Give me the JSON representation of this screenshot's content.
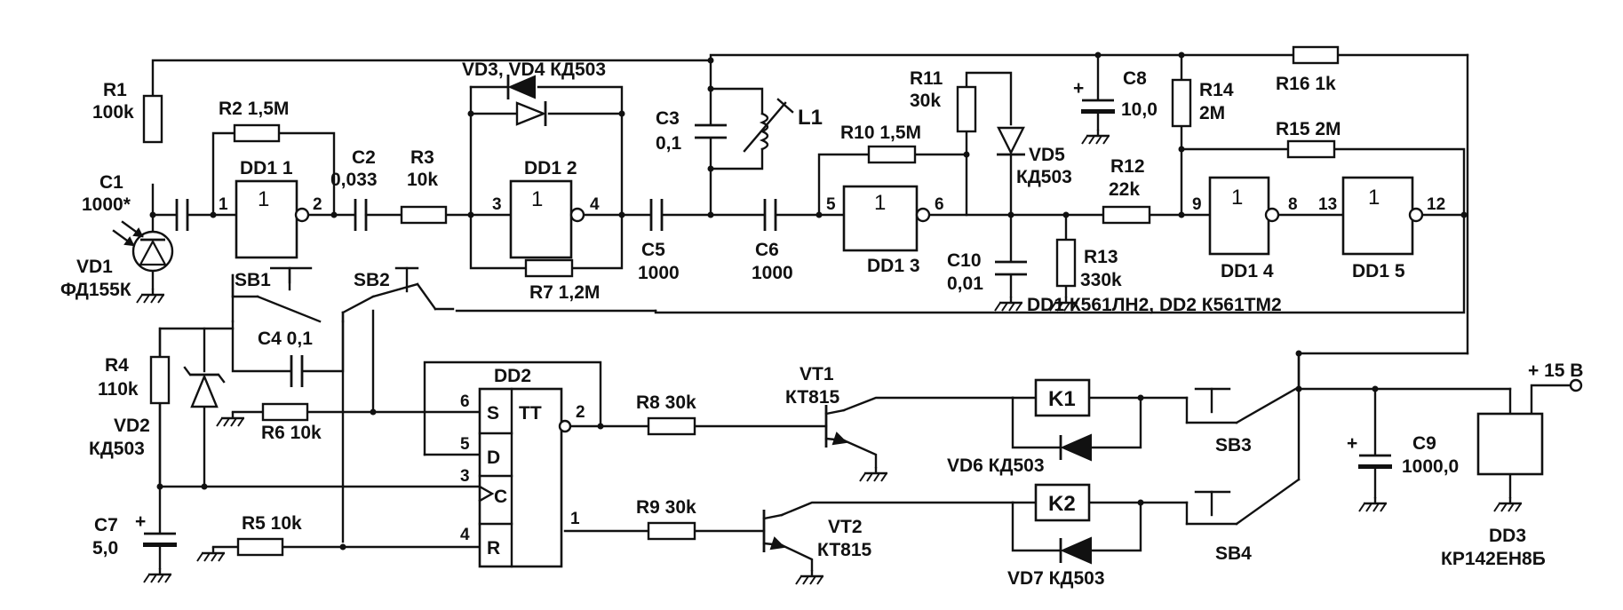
{
  "colors": {
    "ink": "#111111",
    "paper": "#ffffff"
  },
  "labels": {
    "r1_name": "R1",
    "r1_value": "100k",
    "r2": "R2 1,5M",
    "c1_name": "C1",
    "c1_value": "1000*",
    "vd1_name": "VD1",
    "vd1_type": "ФД155К",
    "dd1_1": "DD1 1",
    "c2_name": "C2",
    "c2_value": "0,033",
    "r3_name": "R3",
    "r3_value": "10k",
    "vd34": "VD3, VD4 КД503",
    "dd1_2": "DD1 2",
    "r7": "R7 1,2M",
    "c3_name": "C3",
    "c3_value": "0,1",
    "l1": "L1",
    "c5_name": "C5",
    "c5_value": "1000",
    "c6_name": "C6",
    "c6_value": "1000",
    "r10": "R10 1,5M",
    "dd1_3": "DD1 3",
    "r11_name": "R11",
    "r11_value": "30k",
    "vd5_name": "VD5",
    "vd5_type": "КД503",
    "c8_name": "C8",
    "c8_value": "10,0",
    "r14_name": "R14",
    "r14_value": "2M",
    "r16": "R16 1k",
    "r15": "R15 2M",
    "r12_name": "R12",
    "r12_value": "22k",
    "c10_name": "C10",
    "c10_value": "0,01",
    "r13_name": "R13",
    "r13_value": "330k",
    "dd1_4": "DD1 4",
    "dd1_5": "DD1 5",
    "ic_note": "DD1 К561ЛН2, DD2 К561ТМ2",
    "sb1": "SB1",
    "sb2": "SB2",
    "c4": "C4 0,1",
    "r4_name": "R4",
    "r4_value": "110k",
    "vd2_name": "VD2",
    "vd2_type": "КД503",
    "r6": "R6 10k",
    "dd2": "DD2",
    "pin_s": "S",
    "pin_d": "D",
    "pin_c": "C",
    "pin_r": "R",
    "tt": "TT",
    "r8": "R8 30k",
    "vt1_name": "VT1",
    "vt1_type": "КТ815",
    "k1": "K1",
    "vd6": "VD6 КД503",
    "sb3": "SB3",
    "r9": "R9 30k",
    "vt2_name": "VT2",
    "vt2_type": "КТ815",
    "k2": "K2",
    "vd7": "VD7 КД503",
    "sb4": "SB4",
    "c7_name": "C7",
    "c7_value": "5,0",
    "r5": "R5 10k",
    "c9_name": "C9",
    "c9_value": "1000,0",
    "dd3_name": "DD3",
    "dd3_type": "КР142ЕН8Б",
    "supply": "+ 15 В",
    "gate_one": "1"
  },
  "pins": {
    "dd1_1_in": "1",
    "dd1_1_out": "2",
    "dd1_2_in": "3",
    "dd1_2_out": "4",
    "dd1_3_in": "5",
    "dd1_3_out": "6",
    "dd1_4_in": "9",
    "dd1_4_out": "8",
    "dd1_5_in": "13",
    "dd1_5_out": "12",
    "dd2_s": "6",
    "dd2_d": "5",
    "dd2_c": "3",
    "dd2_r": "4",
    "dd2_q": "2",
    "dd2_nq": "1"
  }
}
